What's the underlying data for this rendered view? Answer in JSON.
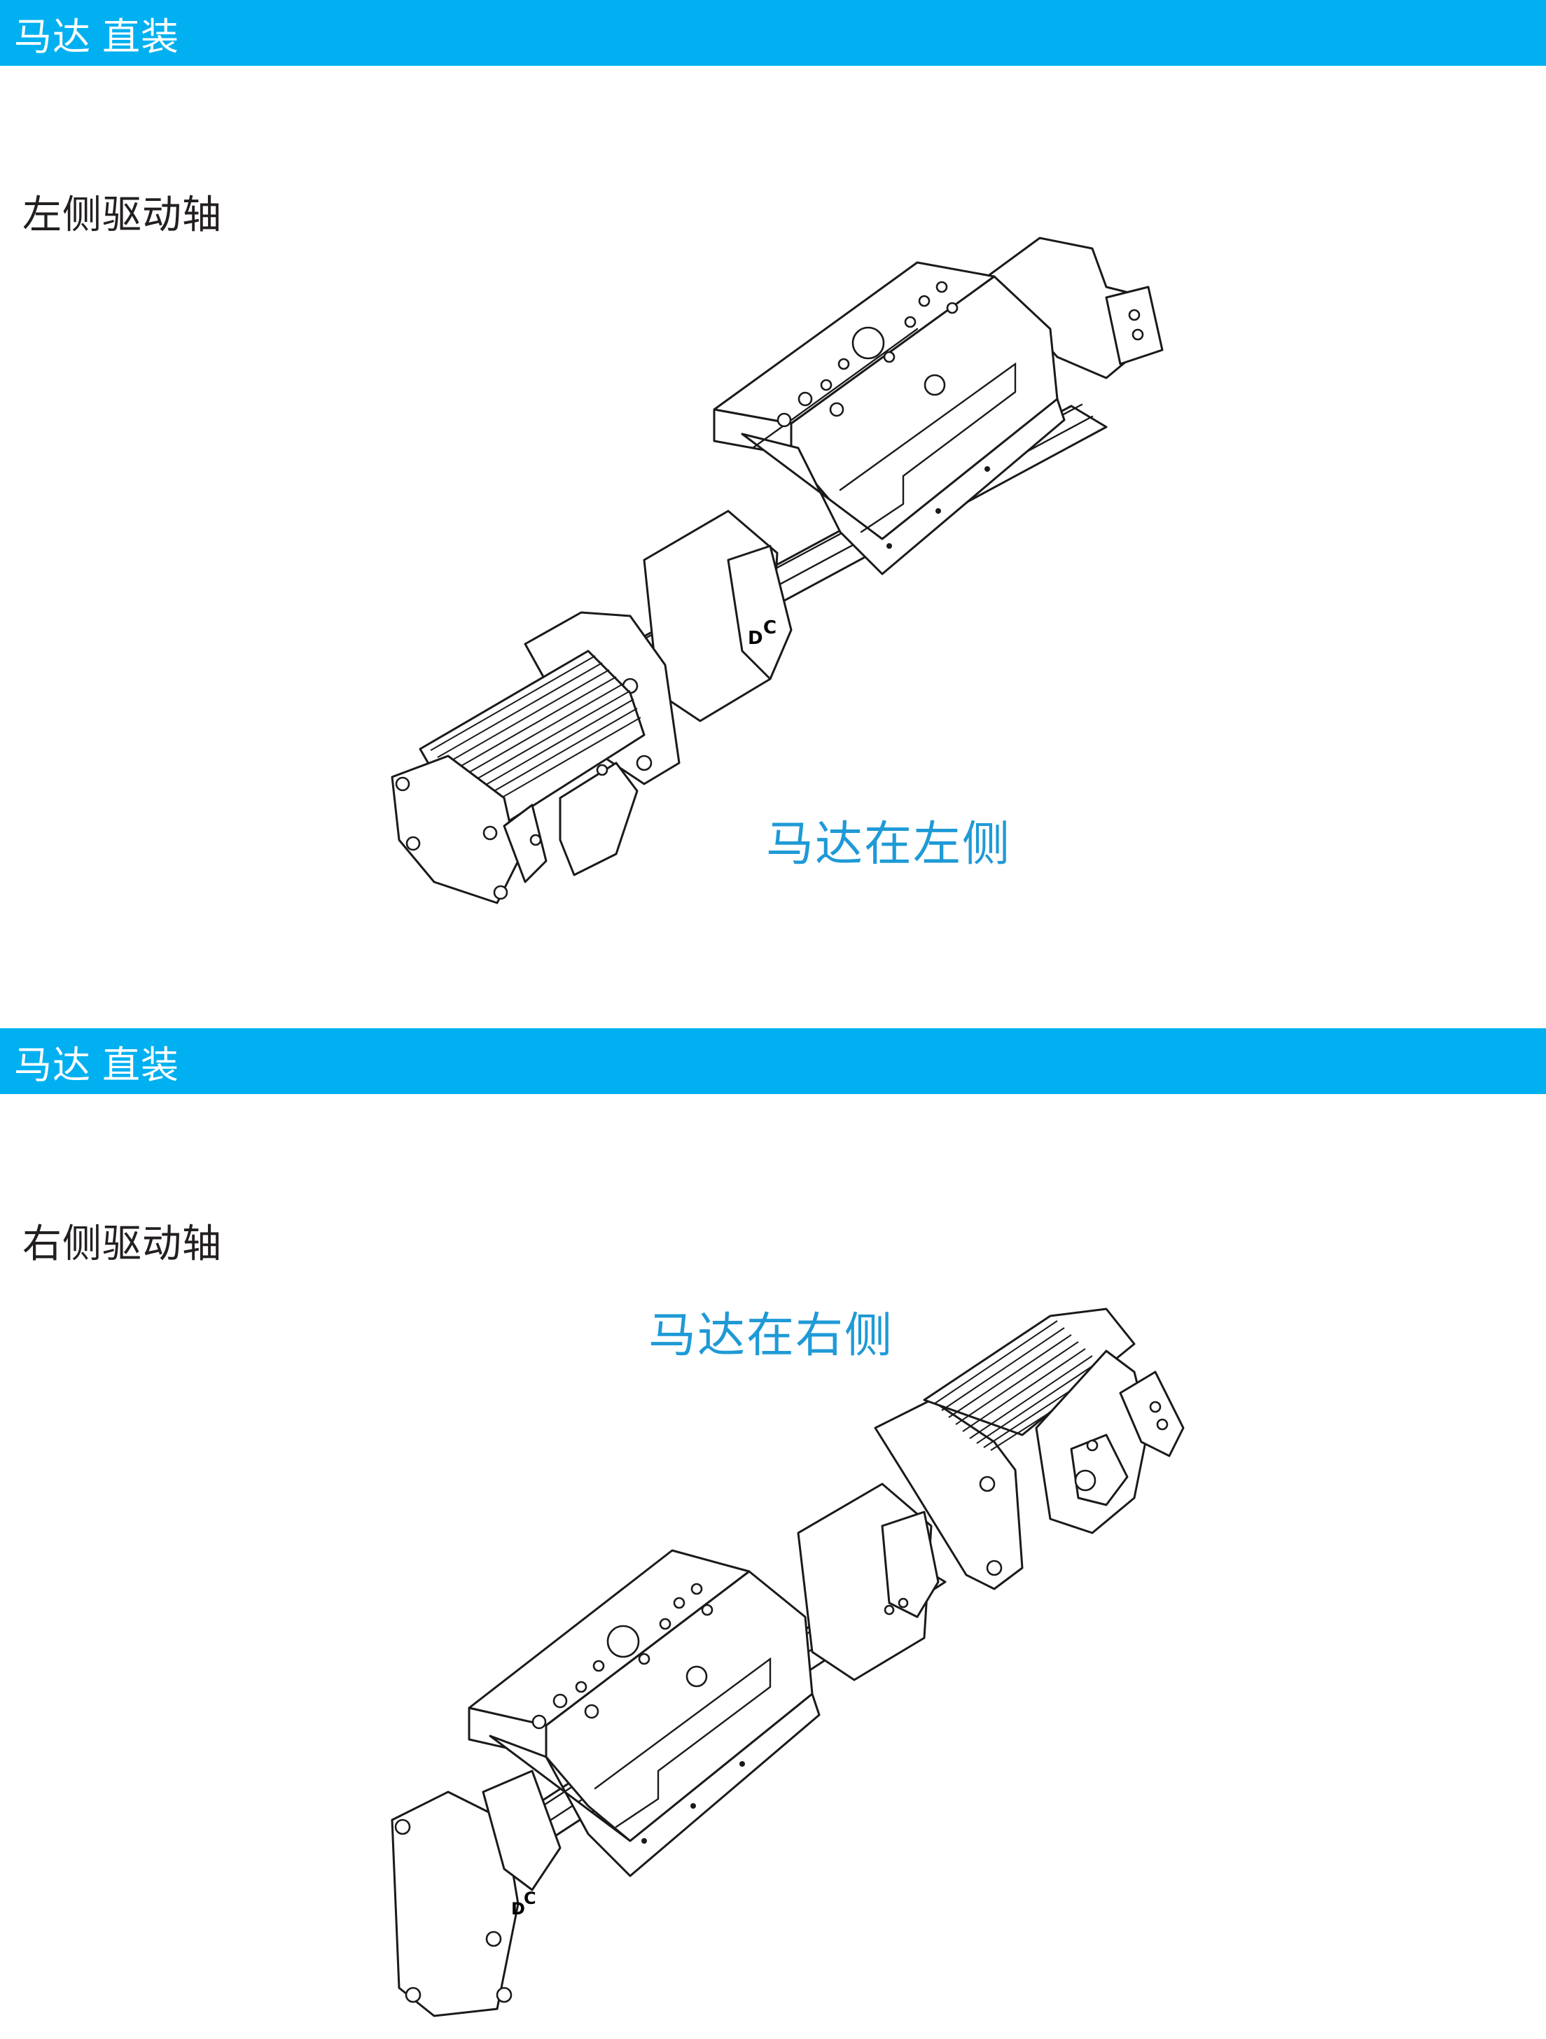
{
  "theme": {
    "header_bg": "#00b0f0",
    "header_text": "#ffffff",
    "caption_color": "#1f9ad6",
    "body_text": "#231f20"
  },
  "sections": [
    {
      "header": {
        "main": "马达",
        "sub": "直装"
      },
      "label": "左侧驱动轴",
      "caption": "马达在左侧",
      "drawing_icon": "linear-actuator-motor-left-icon"
    },
    {
      "header": {
        "main": "马达",
        "sub": "直装"
      },
      "label": "右侧驱动轴",
      "caption": "马达在右侧",
      "drawing_icon": "linear-actuator-motor-right-icon"
    }
  ],
  "drawing_marks": {
    "d": "D",
    "c": "C"
  }
}
